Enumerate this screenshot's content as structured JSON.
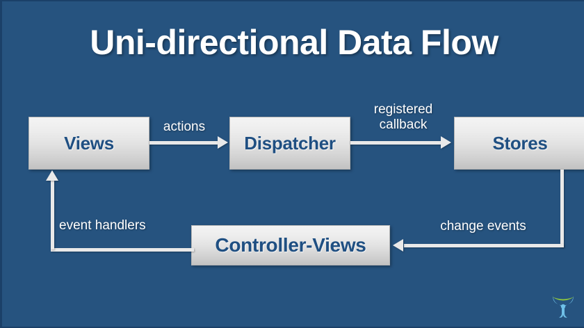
{
  "slide": {
    "title": "Uni-directional Data Flow",
    "background_color": "#26537f",
    "title_color": "#ffffff"
  },
  "nodes": [
    {
      "id": "views",
      "label": "Views"
    },
    {
      "id": "dispatcher",
      "label": "Dispatcher"
    },
    {
      "id": "stores",
      "label": "Stores"
    },
    {
      "id": "controller",
      "label": "Controller-Views"
    }
  ],
  "edges": [
    {
      "id": "views-dispatcher",
      "label": "actions",
      "from": "views",
      "to": "dispatcher",
      "direction": "right"
    },
    {
      "id": "dispatcher-stores",
      "label": "registered\ncallback",
      "from": "dispatcher",
      "to": "stores",
      "direction": "right"
    },
    {
      "id": "stores-controller",
      "label": "change events",
      "from": "stores",
      "to": "controller",
      "direction": "left"
    },
    {
      "id": "controller-views",
      "label": "event handlers",
      "from": "controller",
      "to": "views",
      "direction": "up"
    }
  ],
  "style": {
    "node_fill_top": "#f4f4f4",
    "node_fill_bottom": "#c2c2c2",
    "node_text_color": "#1f4f82",
    "connector_color": "#e9e9e9"
  },
  "logo": {
    "name": "company-logo",
    "figure_color": "#6fc0e8",
    "arc_color": "#8dc63f"
  }
}
